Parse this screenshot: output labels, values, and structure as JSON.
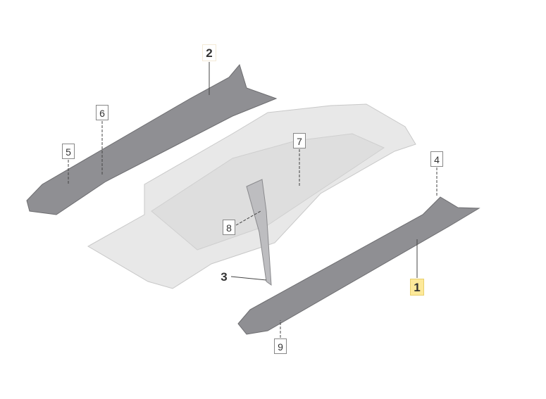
{
  "diagram": {
    "callouts": [
      {
        "id": "1",
        "highlighted": true,
        "bold": true
      },
      {
        "id": "2",
        "bold": true
      },
      {
        "id": "3",
        "bold": true
      },
      {
        "id": "4"
      },
      {
        "id": "5"
      },
      {
        "id": "6"
      },
      {
        "id": "7"
      },
      {
        "id": "8"
      },
      {
        "id": "9"
      }
    ],
    "colors": {
      "highlight": "#fde99a",
      "panel": "#e6e6e6",
      "sill": "#8f8f93"
    }
  }
}
